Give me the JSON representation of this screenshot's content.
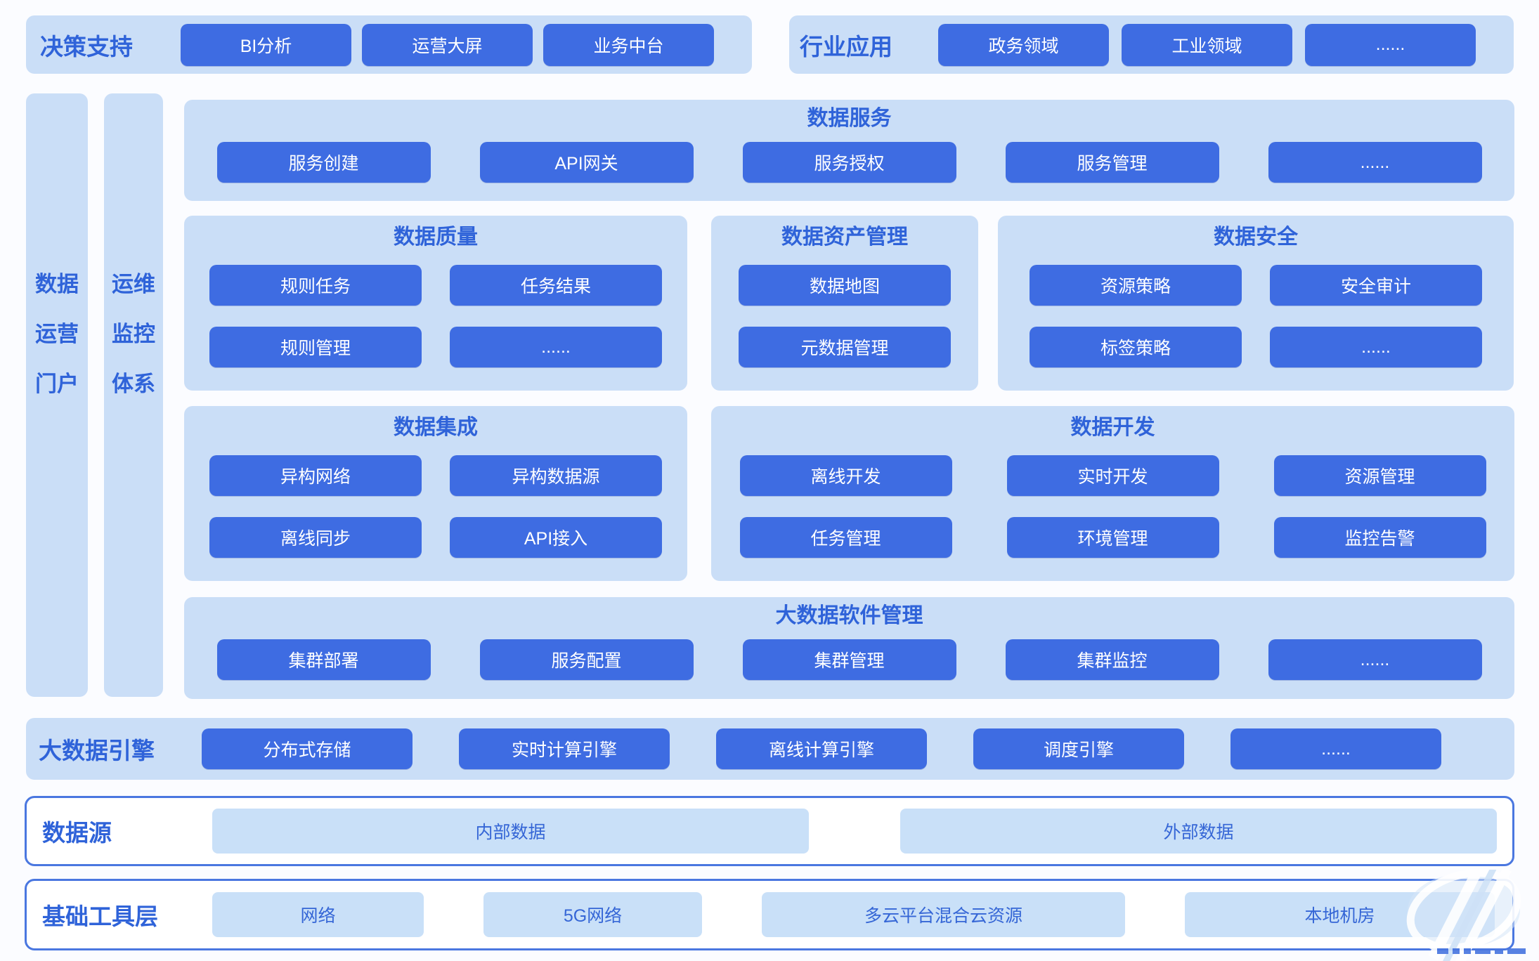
{
  "colors": {
    "panel_bg": "#cadef7",
    "dark_button_bg": "#3e6ce2",
    "title_text": "#2f63d9",
    "light_button_bg": "#c9e0f8",
    "light_button_text": "#3566d6",
    "outline_border": "#4a77e0",
    "button_text": "#ffffff"
  },
  "top": {
    "decision": {
      "label": "决策支持",
      "buttons": [
        "BI分析",
        "运营大屏",
        "业务中台"
      ]
    },
    "industry": {
      "label": "行业应用",
      "buttons": [
        "政务领域",
        "工业领域",
        "......"
      ]
    }
  },
  "bars": {
    "portal": {
      "lines": [
        "数据",
        "运营",
        "门户"
      ]
    },
    "ops": {
      "lines": [
        "运维",
        "监控",
        "体系"
      ]
    }
  },
  "panels": {
    "service": {
      "title": "数据服务",
      "buttons": [
        "服务创建",
        "API网关",
        "服务授权",
        "服务管理",
        "......"
      ]
    },
    "quality": {
      "title": "数据质量",
      "rows": [
        [
          "规则任务",
          "任务结果"
        ],
        [
          "规则管理",
          "......"
        ]
      ]
    },
    "asset": {
      "title": "数据资产管理",
      "rows": [
        [
          "数据地图"
        ],
        [
          "元数据管理"
        ]
      ]
    },
    "security": {
      "title": "数据安全",
      "rows": [
        [
          "资源策略",
          "安全审计"
        ],
        [
          "标签策略",
          "......"
        ]
      ]
    },
    "integration": {
      "title": "数据集成",
      "rows": [
        [
          "异构网络",
          "异构数据源"
        ],
        [
          "离线同步",
          "API接入"
        ]
      ]
    },
    "dev": {
      "title": "数据开发",
      "rows": [
        [
          "离线开发",
          "实时开发",
          "资源管理"
        ],
        [
          "任务管理",
          "环境管理",
          "监控告警"
        ]
      ]
    },
    "software": {
      "title": "大数据软件管理",
      "buttons": [
        "集群部署",
        "服务配置",
        "集群管理",
        "集群监控",
        "......"
      ]
    }
  },
  "engine": {
    "label": "大数据引擎",
    "buttons": [
      "分布式存储",
      "实时计算引擎",
      "离线计算引擎",
      "调度引擎",
      "......"
    ]
  },
  "datasource": {
    "label": "数据源",
    "buttons": [
      "内部数据",
      "外部数据"
    ]
  },
  "tools": {
    "label": "基础工具层",
    "buttons": [
      "网络",
      "5G网络",
      "多云平台混合云资源",
      "本地机房"
    ]
  },
  "watermark_icon": "brand-swoosh-logo"
}
